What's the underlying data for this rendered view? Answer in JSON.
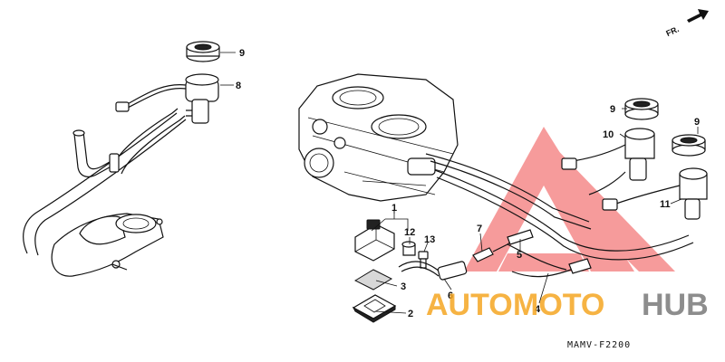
{
  "diagram": {
    "callouts": [
      "1",
      "2",
      "3",
      "4",
      "5",
      "6",
      "7",
      "8",
      "9",
      "9",
      "9",
      "10",
      "11",
      "12",
      "13"
    ],
    "direction_label": "FR.",
    "figure_code": "MAMV-F2200"
  },
  "watermark": {
    "text_part1": "AUTO",
    "text_part2": "MOTO",
    "text_part3": "HUB",
    "colors": {
      "triangle": "#f04a4a",
      "orange": "#f5a623",
      "grey": "#7a7a7a"
    }
  }
}
